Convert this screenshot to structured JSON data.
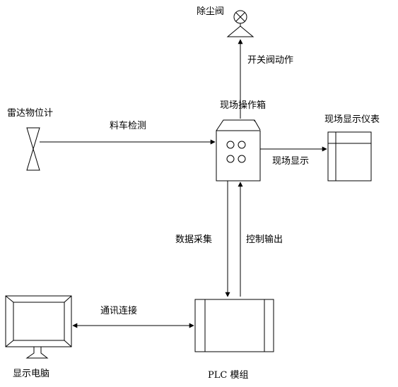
{
  "nodes": {
    "dust_valve": {
      "label": "除尘阀"
    },
    "radar_level": {
      "label": "雷达物位计"
    },
    "field_box": {
      "label": "现场操作箱"
    },
    "field_display": {
      "label": "现场显示仪表"
    },
    "display_pc": {
      "label": "显示电脑"
    },
    "plc": {
      "label": "PLC 模组"
    }
  },
  "edges": {
    "valve_action": {
      "label": "开关阀动作"
    },
    "material_detect": {
      "label": "料车检测"
    },
    "field_show": {
      "label": "现场显示"
    },
    "data_collect": {
      "label": "数据采集"
    },
    "control_output": {
      "label": "控制输出"
    },
    "comm_link": {
      "label": "通讯连接"
    }
  }
}
